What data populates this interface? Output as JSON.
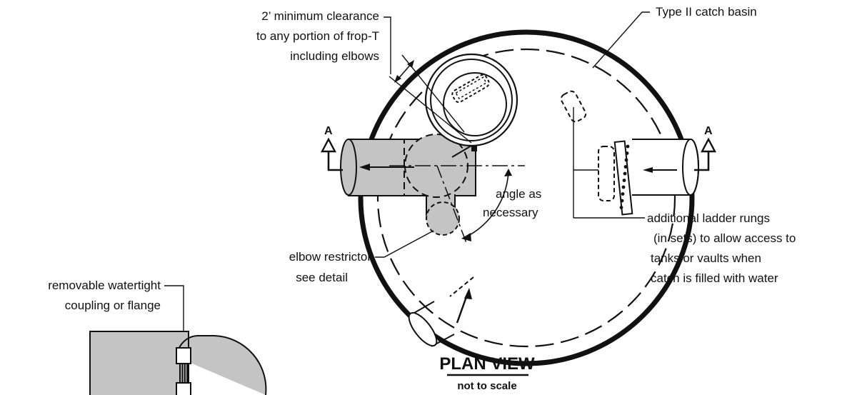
{
  "view": {
    "title": "PLAN VIEW",
    "subtitle": "not to scale"
  },
  "section_marks": [
    "A",
    "A"
  ],
  "labels": {
    "clearance": [
      "2’ minimum clearance",
      "to any portion of frop-T",
      "including elbows"
    ],
    "catch_basin": "Type II catch basin",
    "angle": [
      "angle as",
      "necessary"
    ],
    "elbow_restrictor": [
      "elbow restrictor",
      "see detail"
    ],
    "ladder_rungs": [
      "additional ladder rungs",
      "(in sets) to allow access to",
      "tanks or vaults when",
      "catch is filled with water"
    ],
    "coupling": [
      "removable watertight",
      "coupling or flange"
    ]
  },
  "colors": {
    "line": "#111111",
    "pipe_fill": "#c4c4c4",
    "background": "#ffffff"
  }
}
